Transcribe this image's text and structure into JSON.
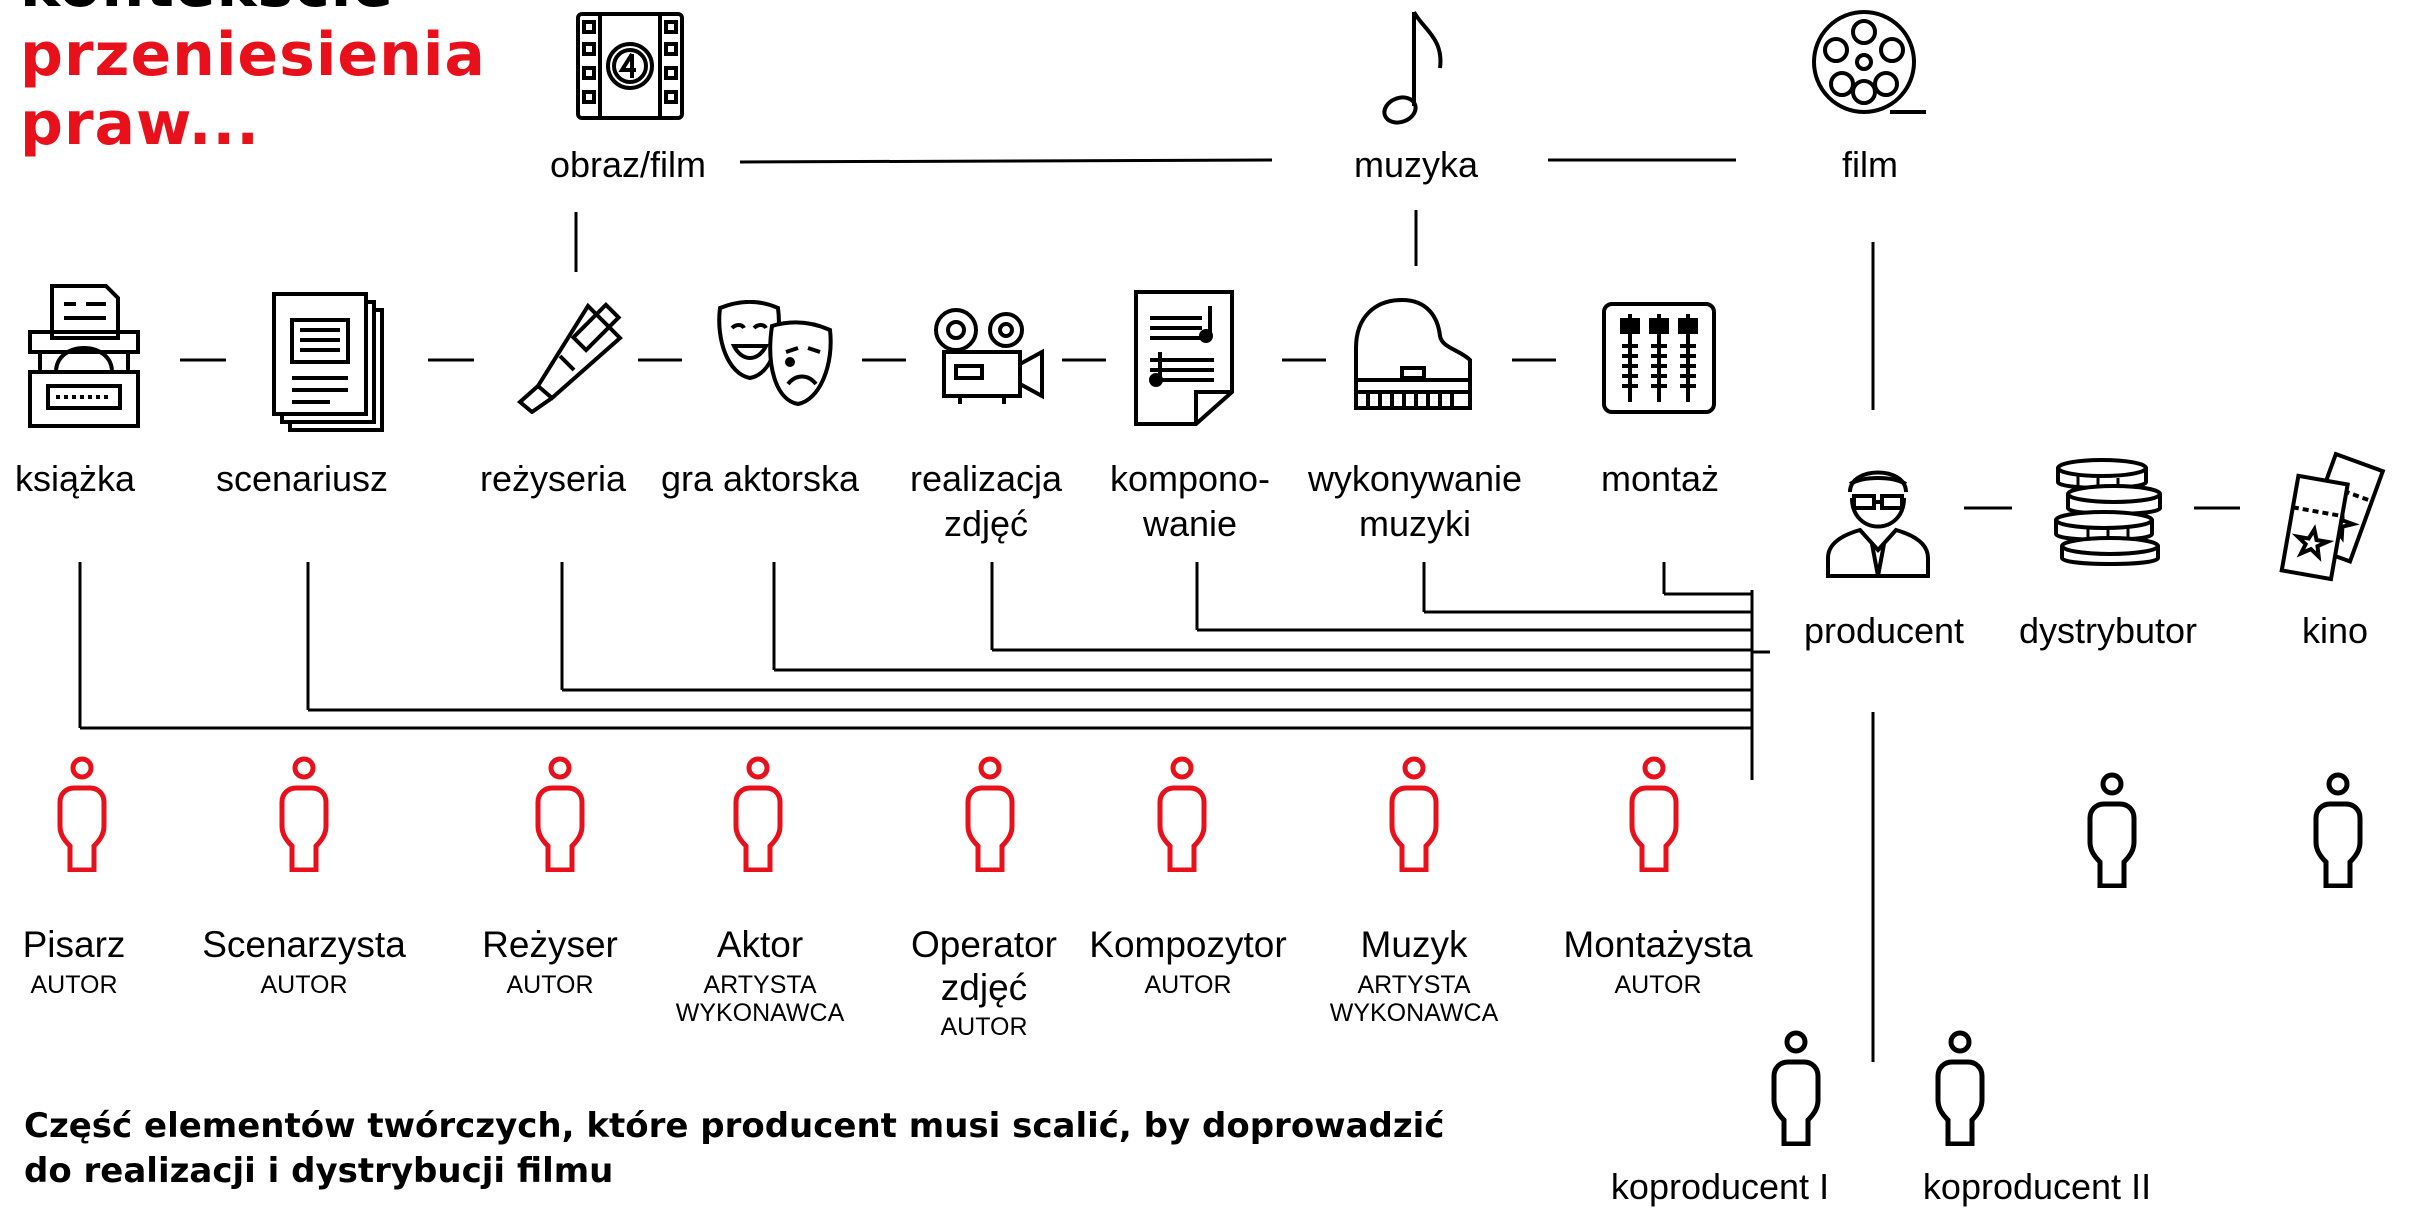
{
  "title": {
    "line1": "kontekście",
    "line2": "przeniesienia",
    "line3": "praw..."
  },
  "top_nodes": [
    {
      "id": "obraz-film",
      "label": "obraz/film",
      "icon": "film-strip-icon"
    },
    {
      "id": "muzyka",
      "label": "muzyka",
      "icon": "music-note-icon"
    },
    {
      "id": "film",
      "label": "film",
      "icon": "film-reel-icon"
    }
  ],
  "process_nodes": [
    {
      "id": "ksiazka",
      "lines": [
        "książka"
      ],
      "icon": "typewriter-icon"
    },
    {
      "id": "scenariusz",
      "lines": [
        "scenariusz"
      ],
      "icon": "script-pages-icon"
    },
    {
      "id": "rezyseria",
      "lines": [
        "reżyseria"
      ],
      "icon": "megaphone-icon"
    },
    {
      "id": "gra-aktorska",
      "lines": [
        "gra aktorska"
      ],
      "icon": "theater-masks-icon"
    },
    {
      "id": "realizacja-zdjec",
      "lines": [
        "realizacja",
        "zdjęć"
      ],
      "icon": "movie-camera-icon"
    },
    {
      "id": "komponowanie",
      "lines": [
        "kompono-",
        "wanie"
      ],
      "icon": "sheet-music-icon"
    },
    {
      "id": "wykonywanie-muzyki",
      "lines": [
        "wykonywanie",
        "muzyki"
      ],
      "icon": "grand-piano-icon"
    },
    {
      "id": "montaz",
      "lines": [
        "montaż"
      ],
      "icon": "mixer-icon"
    }
  ],
  "business_nodes": [
    {
      "id": "producent",
      "label": "producent",
      "icon": "producer-icon"
    },
    {
      "id": "dystrybutor",
      "label": "dystrybutor",
      "icon": "coins-icon"
    },
    {
      "id": "kino",
      "label": "kino",
      "icon": "tickets-icon"
    }
  ],
  "people": [
    {
      "name_lines": [
        "Pisarz"
      ],
      "role_lines": [
        "AUTOR"
      ]
    },
    {
      "name_lines": [
        "Scenarzysta"
      ],
      "role_lines": [
        "AUTOR"
      ]
    },
    {
      "name_lines": [
        "Reżyser"
      ],
      "role_lines": [
        "AUTOR"
      ]
    },
    {
      "name_lines": [
        "Aktor"
      ],
      "role_lines": [
        "ARTYSTA",
        "WYKONAWCA"
      ]
    },
    {
      "name_lines": [
        "Operator",
        "zdjęć"
      ],
      "role_lines": [
        "AUTOR"
      ]
    },
    {
      "name_lines": [
        "Kompozytor"
      ],
      "role_lines": [
        "AUTOR"
      ]
    },
    {
      "name_lines": [
        "Muzyk"
      ],
      "role_lines": [
        "ARTYSTA",
        "WYKONAWCA"
      ]
    },
    {
      "name_lines": [
        "Montażysta"
      ],
      "role_lines": [
        "AUTOR"
      ]
    }
  ],
  "coproducers": [
    {
      "label": "koproducent I"
    },
    {
      "label": "koproducent II"
    }
  ],
  "caption": {
    "line1": "Część elementów twórczych, które producent musi scalić, by doprowadzić",
    "line2": "do realizacji i dystrybucji filmu"
  },
  "colors": {
    "accent": "#e8101a",
    "ink": "#000000"
  }
}
